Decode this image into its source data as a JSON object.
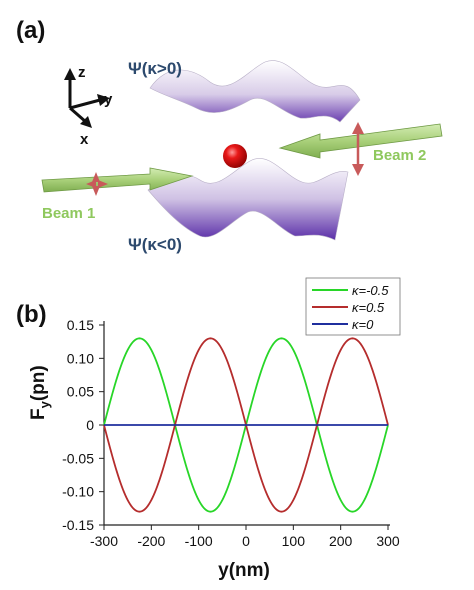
{
  "panel_a": {
    "label": "(a)",
    "axis_z": "z",
    "axis_y": "y",
    "axis_x": "x",
    "psi_top": "Ψ(κ>0)",
    "psi_bottom": "Ψ(κ<0)",
    "beam1": "Beam 1",
    "beam2": "Beam 2",
    "colors": {
      "beam": "#a9d07a",
      "beam_text": "#8fc85e",
      "particle": "#e01010",
      "wave": "#6a3fb0",
      "psi_text": "#2d4a6e"
    }
  },
  "panel_b": {
    "label": "(b)"
  },
  "chart_data": {
    "type": "line",
    "ylabel": "F_y(pn)",
    "xlabel": "y(nm)",
    "xlim": [
      -300,
      300
    ],
    "ylim": [
      -0.15,
      0.15
    ],
    "xticks": [
      "-300",
      "-200",
      "-100",
      "0",
      "100",
      "200",
      "300"
    ],
    "yticks": [
      "0.15",
      "0.10",
      "0.05",
      "0",
      "-0.05",
      "-0.10",
      "-0.15"
    ],
    "amplitude": 0.13,
    "period_nm": 300,
    "legend_position": "top-right",
    "grid": false,
    "series": [
      {
        "name": "κ=-0.5",
        "color": "#28d628",
        "sign": -1
      },
      {
        "name": "κ=0.5",
        "color": "#b52d2d",
        "sign": 1
      },
      {
        "name": "κ=0",
        "color": "#1f2f9e",
        "sign": 0
      }
    ]
  }
}
